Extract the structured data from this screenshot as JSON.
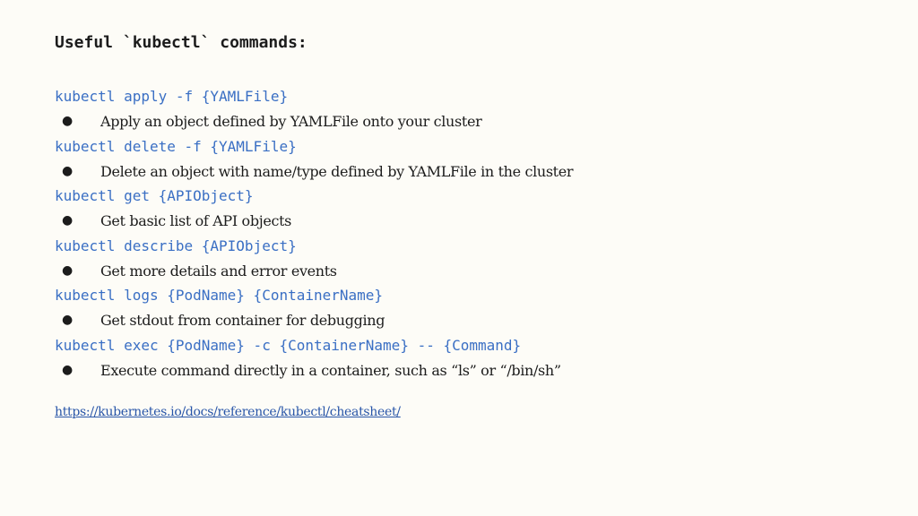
{
  "slide": {
    "title": "Useful `kubectl` commands:",
    "commands": [
      {
        "command": "kubectl apply -f {YAMLFile}",
        "bullet": "●",
        "description": "Apply an object defined by YAMLFile onto your cluster"
      },
      {
        "command": "kubectl delete -f {YAMLFile}",
        "bullet": "●",
        "description": "Delete an object with name/type defined by YAMLFile in the cluster"
      },
      {
        "command": "kubectl get {APIObject}",
        "bullet": "●",
        "description": "Get basic list of API objects"
      },
      {
        "command": "kubectl describe {APIObject}",
        "bullet": "●",
        "description": "Get more details and error events"
      },
      {
        "command": "kubectl logs {PodName} {ContainerName}",
        "bullet": "●",
        "description": "Get stdout from container for debugging"
      },
      {
        "command": "kubectl exec {PodName} -c {ContainerName} -- {Command}",
        "bullet": "●",
        "description": "Execute command directly in a container, such as “ls” or “/bin/sh”"
      }
    ],
    "link": {
      "text": "https://kubernetes.io/docs/reference/kubectl/cheatsheet/"
    }
  },
  "colors": {
    "background": "#fdfcf7",
    "command_text": "#3a6fc4",
    "body_text": "#1c1c1c",
    "link": "#2855a8"
  }
}
